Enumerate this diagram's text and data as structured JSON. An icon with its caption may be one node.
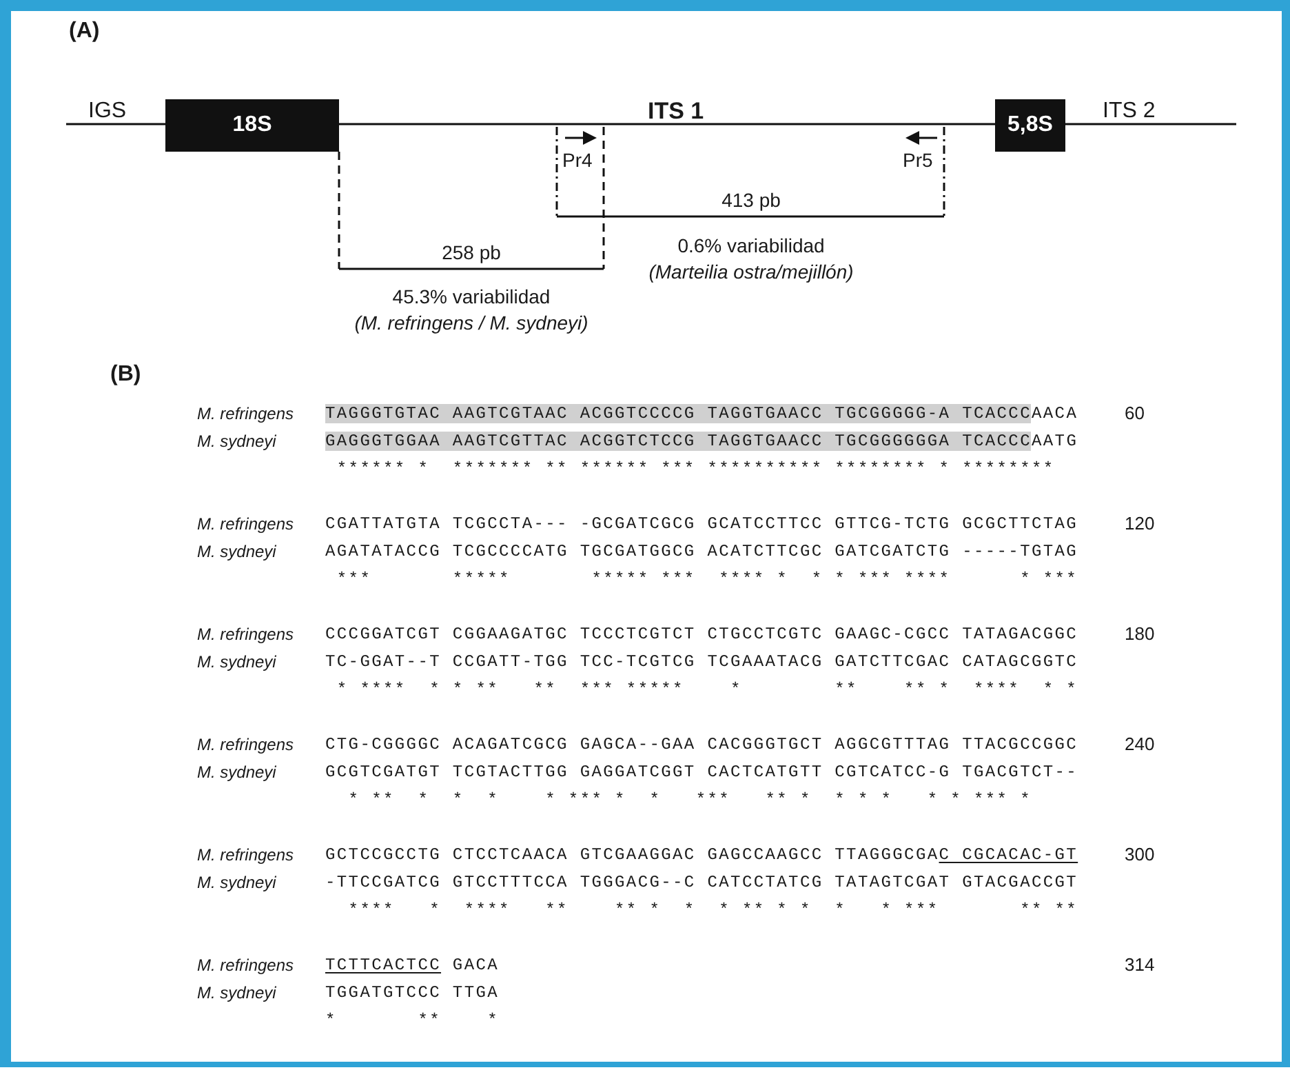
{
  "diagram": {
    "nodes": [
      {
        "text": [
          "18S"
        ]
      },
      {
        "text": [
          "5,8S"
        ]
      }
    ],
    "edges": [
      {
        "from": 0,
        "to": 1,
        "arrow": "none"
      }
    ],
    "labels": [
      "(A)",
      "IGS",
      "ITS 1",
      "ITS 2",
      "Pr4",
      "Pr5",
      "413 pb",
      "258 pb",
      "0.6% variabilidad",
      "(Marteilia ostra/mejillón)",
      "45.3% variabilidad",
      "(M. refringens / M. sydneyi)",
      "(B)",
      "M. refringens",
      "TAGGGTGTAC AAGTCGTAAC ACGGTCCCCG TAGGTGAACC TGCGGGGG-A TCACCCAACA",
      "60",
      "M. sydneyi",
      "GAGGGTGGAA AAGTCGTTAC ACGGTCTCCG TAGGTGAACC TGCGGGGGGA TCACCCAATG",
      " ****** *  ******* ** ****** *** ********** ******** * ********",
      "M. refringens",
      "CGATTATGTA TCGCCTA--- -GCGATCGCG GCATCCTTCC GTTCG-TCTG GCGCTTCTAG",
      "120",
      "M. sydneyi",
      "AGATATACCG TCGCCCCATG TGCGATGGCG ACATCTTCGC GATCGATCTG -----TGTAG",
      " ***       *****       ***** ***  **** *  * * *** ****      * ***",
      "M. refringens",
      "CCCGGATCGT CGGAAGATGC TCCCTCGTCT CTGCCTCGTC GAAGC-CGCC TATAGACGGC",
      "180",
      "M. sydneyi",
      "TC-GGAT--T CCGATT-TGG TCC-TCGTCG TCGAAATACG GATCTTCGAC CATAGCGGTC",
      " * ****  * * **   **  *** *****    *        **    ** *  ****  * *",
      "M. refringens",
      "CTG-CGGGGC ACAGATCGCG GAGCA--GAA CACGGGTGCT AGGCGTTTAG TTACGCCGGC",
      "240",
      "M. sydneyi",
      "GCGTCGATGT TCGTACTTGG GAGGATCGGT CACTCATGTT CGTCATCC-G TGACGTCT--",
      "  * **  *  *  *    * *** *  *   ***   ** *  * * *   * * *** *",
      "M. refringens",
      "GCTCCGCCTG CTCCTCAACA GTCGAAGGAC GAGCCAAGCC TTAGGGCGAC CGCACAC-GT",
      "300",
      "M. sydneyi",
      "-TTCCGATCG GTCCTTTCCA TGGGACG--C CATCCTATCG TATAGTCGAT GTACGACCGT",
      "  ****   *  ****   **    ** *  *  * ** * *  *   * ***       ** **",
      "M. refringens",
      "TCTTCACTCC GACA",
      "314",
      "M. sydneyi",
      "TGGATGTCCC TTGA",
      "*       **    *"
    ]
  }
}
